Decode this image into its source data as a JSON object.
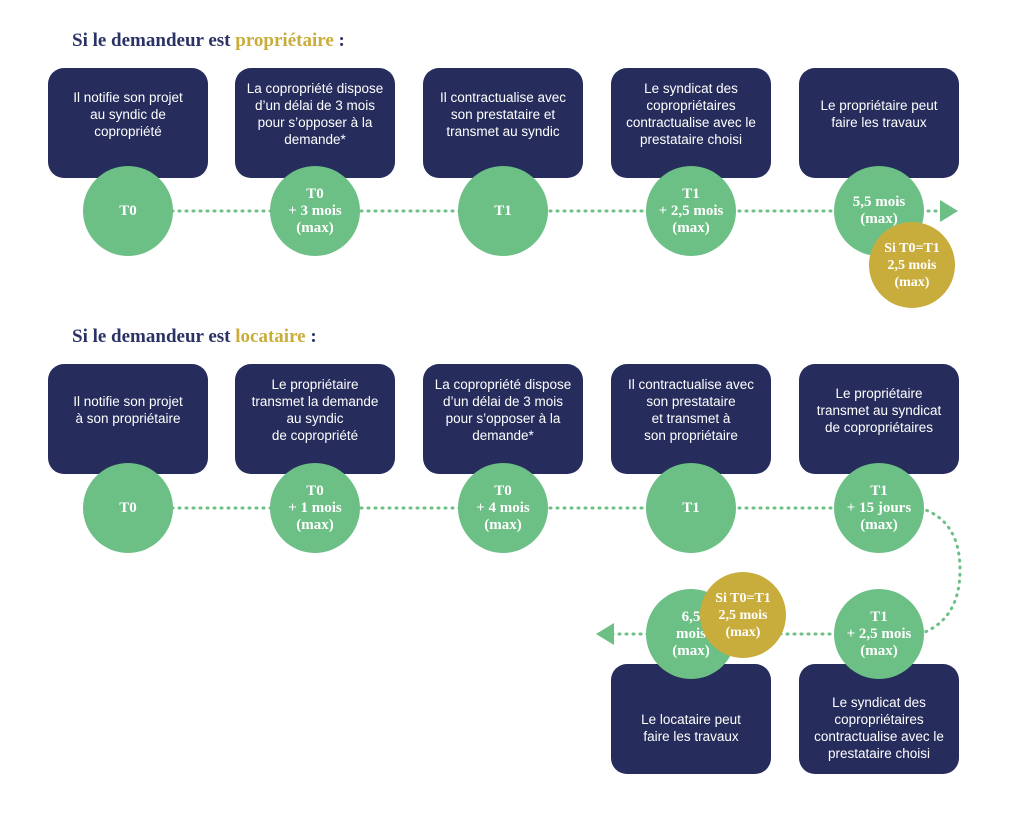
{
  "sections": [
    {
      "heading_prefix": "Si le demandeur est ",
      "heading_accent": "propriétaire",
      "heading_suffix": " :",
      "steps": [
        {
          "text": "Il notifie son projet\nau syndic de\ncopropriété",
          "time": "T0"
        },
        {
          "text": "La copropriété dispose\nd’un délai de 3 mois\npour s’opposer à la\ndemande*",
          "time": "T0\n+ 3 mois\n(max)"
        },
        {
          "text": "Il contractualise avec\nson prestataire et\ntransmet au syndic",
          "time": "T1"
        },
        {
          "text": "Le syndicat des\ncopropriétaires\ncontractualise avec le\nprestataire choisi",
          "time": "T1\n+ 2,5 mois\n(max)"
        },
        {
          "text": "Le propriétaire peut\nfaire les travaux",
          "time": "5,5 mois\n(max)"
        }
      ],
      "note": "Si T0=T1\n2,5 mois\n(max)"
    },
    {
      "heading_prefix": "Si le demandeur est ",
      "heading_accent": "locataire",
      "heading_suffix": " :",
      "steps": [
        {
          "text": "Il notifie son projet\nà son propriétaire",
          "time": "T0"
        },
        {
          "text": "Le propriétaire\ntransmet la demande\nau syndic\nde copropriété",
          "time": "T0\n+ 1 mois\n(max)"
        },
        {
          "text": "La copropriété dispose\nd’un délai de 3 mois\npour s’opposer à la\ndemande*",
          "time": "T0\n+ 4 mois\n(max)"
        },
        {
          "text": "Il contractualise avec\nson prestataire\net transmet à\nson propriétaire",
          "time": "T1"
        },
        {
          "text": "Le propriétaire\ntransmet au syndicat\nde copropriétaires",
          "time": "T1\n+ 15 jours\n(max)"
        },
        {
          "text": "Le syndicat des\ncopropriétaires\ncontractualise avec le\nprestataire choisi",
          "time": "T1\n+ 2,5 mois\n(max)"
        },
        {
          "text": "Le locataire peut\nfaire les travaux",
          "time": "6,5\nmois\n(max)"
        }
      ],
      "note": "Si T0=T1\n2,5 mois\n(max)"
    }
  ],
  "colors": {
    "navy": "#262d5c",
    "green": "#6cbf85",
    "gold": "#c9ad3c",
    "heading": "#2b3366"
  }
}
